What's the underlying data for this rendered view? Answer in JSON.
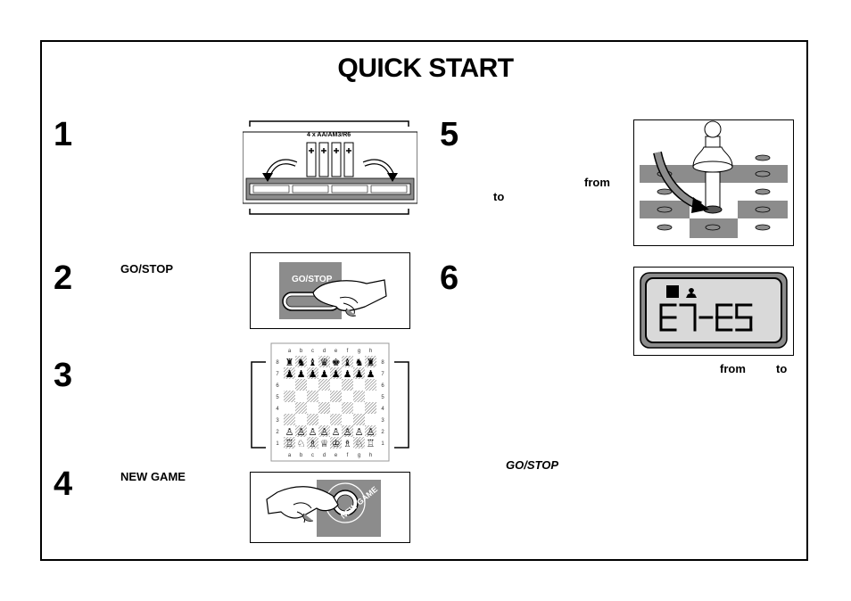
{
  "title": "QUICK START",
  "steps": [
    {
      "number": "1",
      "battery_label": "4 x AA/AM3/R6"
    },
    {
      "number": "2",
      "label": "GO/STOP",
      "button_label": "GO/STOP"
    },
    {
      "number": "3",
      "files": [
        "a",
        "b",
        "c",
        "d",
        "e",
        "f",
        "g",
        "h"
      ],
      "ranks": [
        "8",
        "7",
        "6",
        "5",
        "4",
        "3",
        "2",
        "1"
      ],
      "pieces": {
        "8": [
          "♜",
          "♞",
          "♝",
          "♛",
          "♚",
          "♝",
          "♞",
          "♜"
        ],
        "7": [
          "♟",
          "♟",
          "♟",
          "♟",
          "♟",
          "♟",
          "♟",
          "♟"
        ],
        "2": [
          "♙",
          "♙",
          "♙",
          "♙",
          "♙",
          "♙",
          "♙",
          "♙"
        ],
        "1": [
          "♖",
          "♘",
          "♗",
          "♕",
          "♔",
          "♗",
          "♘",
          "♖"
        ]
      }
    },
    {
      "number": "4",
      "label": "NEW GAME",
      "button_label": "NEW GAME"
    },
    {
      "number": "5",
      "from_label": "from",
      "to_label": "to"
    },
    {
      "number": "6",
      "display_text": "E7-E5",
      "from_label": "from",
      "to_label": "to",
      "go_stop_label": "GO/STOP"
    }
  ],
  "colors": {
    "border": "#000000",
    "panel_gray": "#8c8c8c",
    "lcd_bg": "#d9d9d9"
  }
}
